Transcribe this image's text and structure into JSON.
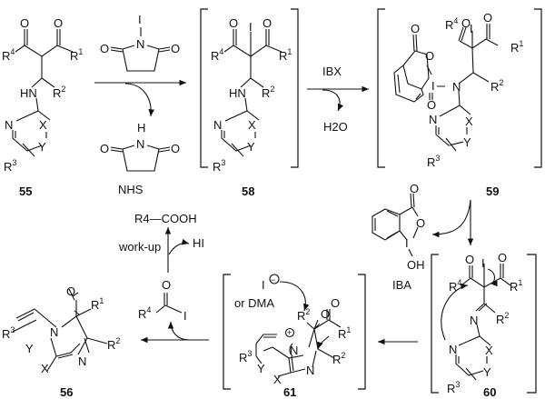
{
  "compounds": {
    "c55": {
      "label": "55"
    },
    "c58": {
      "label": "58"
    },
    "c59": {
      "label": "59"
    },
    "c60": {
      "label": "60"
    },
    "c61": {
      "label": "61"
    },
    "c56": {
      "label": "56"
    }
  },
  "atoms": {
    "O": "O",
    "N": "N",
    "HN": "HN",
    "H": "H",
    "I": "I",
    "X": "X",
    "Y": "Y",
    "OH": "OH",
    "R": "R",
    "s1": "1",
    "s2": "2",
    "s3": "3",
    "s4": "4"
  },
  "reagents": {
    "nis_iodine": "I",
    "byproduct_nhs": "NHS",
    "ibx": "IBX",
    "water": "H2O",
    "iba": "IBA",
    "iodide": "I",
    "iodide_charge": "−",
    "or_dma": "or DMA",
    "plus_charge": "+",
    "acid": "R4—COOH",
    "workup": "work-up",
    "hi": "HI"
  }
}
